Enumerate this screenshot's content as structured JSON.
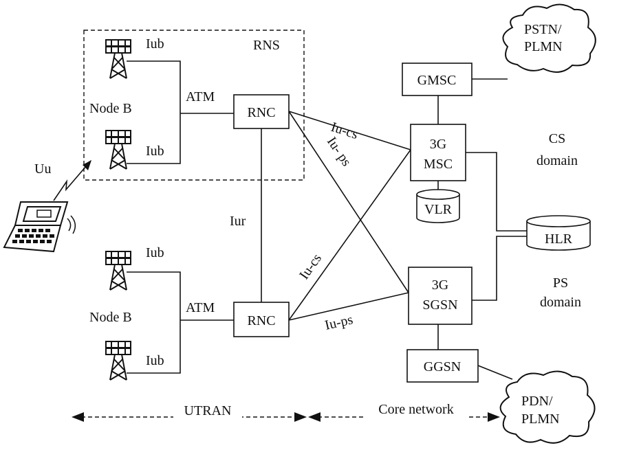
{
  "labels": {
    "rns": "RNS",
    "iub1": "Iub",
    "iub2": "Iub",
    "iub3": "Iub",
    "iub4": "Iub",
    "atm_top": "ATM",
    "atm_bottom": "ATM",
    "nodeb_top": "Node B",
    "nodeb_bottom": "Node B",
    "rnc_top": "RNC",
    "rnc_bottom": "RNC",
    "uu": "Uu",
    "iur": "Iur",
    "iu_cs_top": "Iu-cs",
    "iu_ps_top": "Iu- ps",
    "iu_cs_bottom": "Iu-cs",
    "iu_ps_bottom": "Iu-ps",
    "gmsc": "GMSC",
    "msc_line1": "3G",
    "msc_line2": "MSC",
    "vlr": "VLR",
    "hlr": "HLR",
    "sgsn_line1": "3G",
    "sgsn_line2": "SGSN",
    "ggsn": "GGSN",
    "pstn_line1": "PSTN/",
    "pstn_line2": "PLMN",
    "pdn_line1": "PDN/",
    "pdn_line2": "PLMN",
    "cs_domain_line1": "CS",
    "cs_domain_line2": "domain",
    "ps_domain_line1": "PS",
    "ps_domain_line2": "domain",
    "utran": "UTRAN",
    "core_network": "Core network"
  },
  "icons": [
    "node-b-tower-icon",
    "laptop-icon",
    "radio-waves-icon",
    "cloud-icon",
    "database-cylinder-icon"
  ]
}
